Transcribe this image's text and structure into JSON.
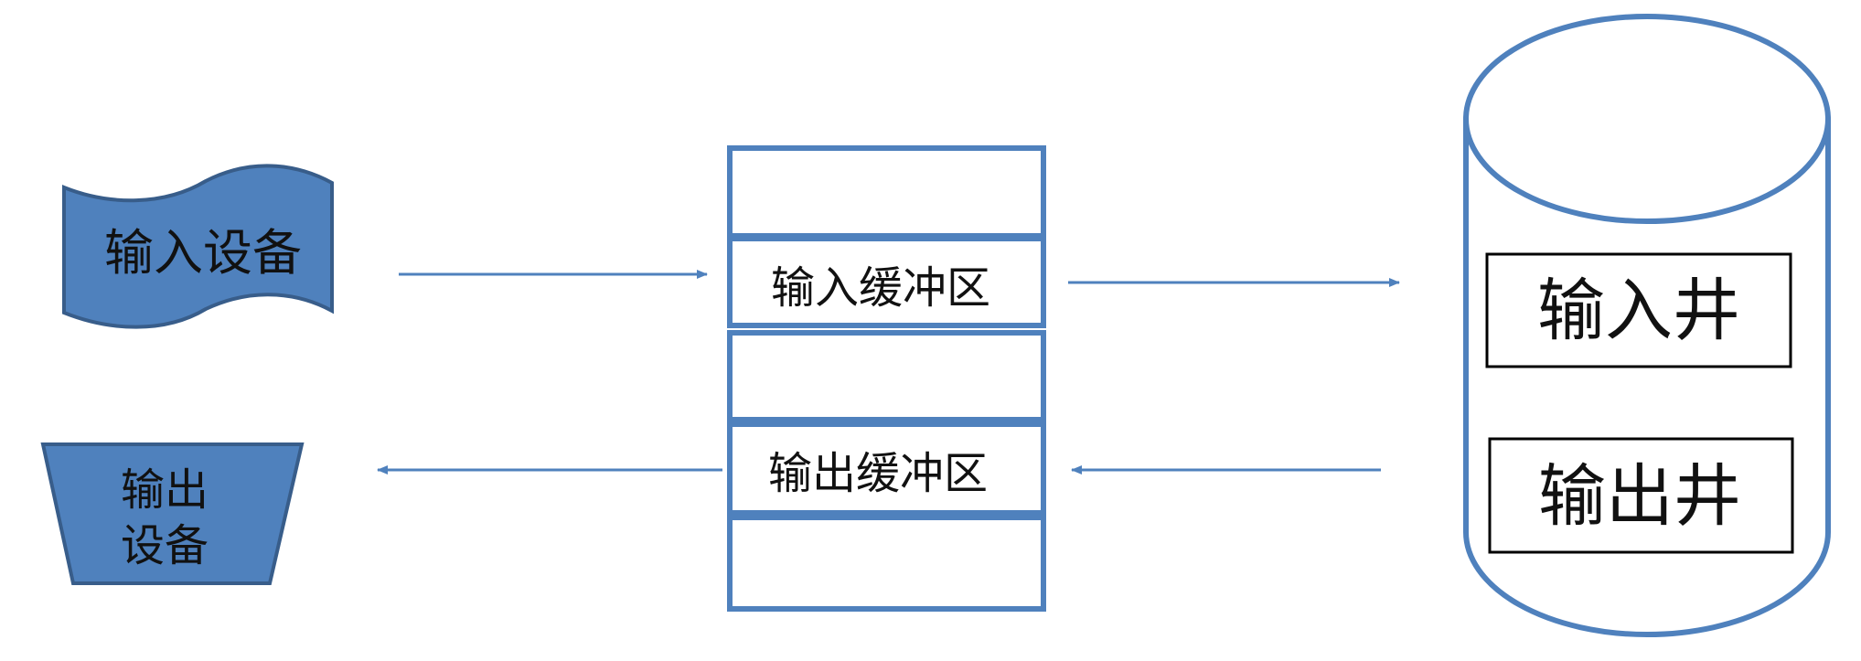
{
  "input_device": {
    "label": "输入设备"
  },
  "output_device": {
    "label_line1": "输出",
    "label_line2": "设备"
  },
  "buffer": {
    "input_label": "输入缓冲区",
    "output_label": "输出缓冲区"
  },
  "disk": {
    "input_well_label": "输入井",
    "output_well_label": "输出井"
  },
  "colors": {
    "device_fill": "#4f81bd",
    "device_stroke": "#385d8a",
    "line_blue": "#4f81bd",
    "well_border": "#000000",
    "text": "#111111"
  }
}
